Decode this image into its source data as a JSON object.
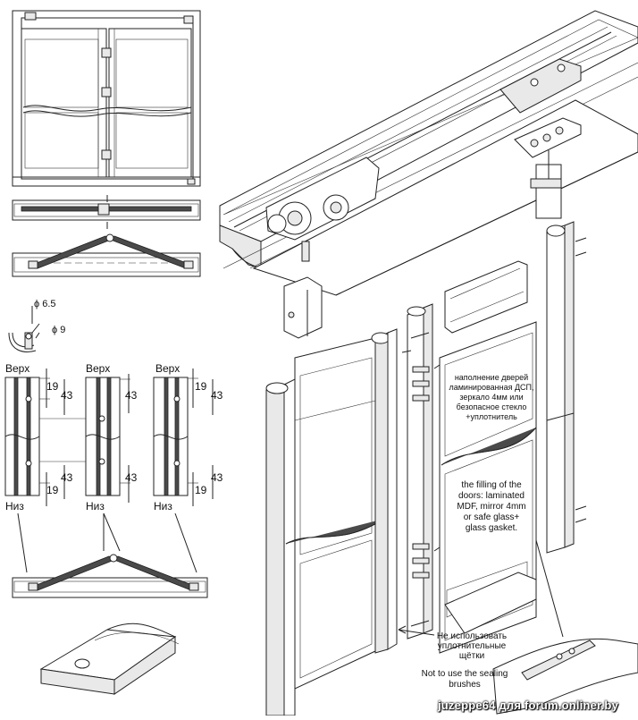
{
  "labels": {
    "top": "Верх",
    "bottom": "Низ",
    "phi_small": "ϕ 6.5",
    "phi_large": "ϕ 9"
  },
  "dimensions": {
    "d19": "19",
    "d43": "43"
  },
  "notes": {
    "filling_ru": [
      "наполнение дверей",
      "ламинированная ДСП,",
      "зеркало 4мм или",
      "безопасное стекло",
      "+уплотнитель"
    ],
    "filling_en": [
      "the filling of the",
      "doors: laminated",
      "MDF, mirror  4mm",
      "or safe glass+",
      "glass gasket."
    ],
    "brushes_ru": [
      "Не использовать",
      "уплотнительные",
      "щётки"
    ],
    "brushes_en": [
      "Not to use the sealing",
      "brushes"
    ]
  },
  "watermark": "juzeppe64 для forum.onliner.by"
}
